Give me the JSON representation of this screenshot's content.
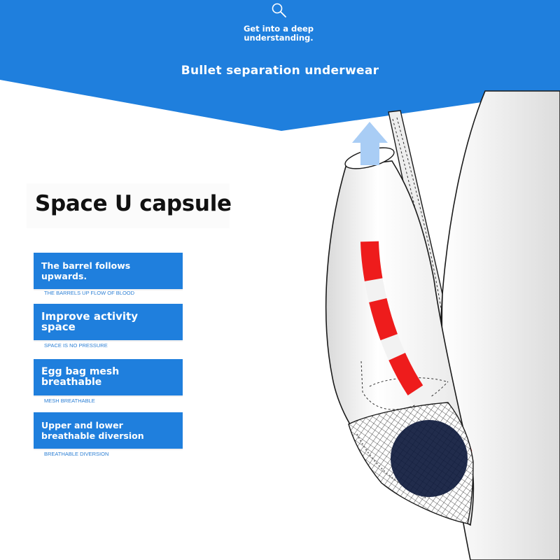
{
  "banner": {
    "intro_line1": "Get into a deep",
    "intro_line2": "understanding.",
    "title": "Bullet separation underwear",
    "color": "#1f7fdd"
  },
  "section": {
    "heading": "Space U capsule"
  },
  "features": [
    {
      "title": "The barrel follows upwards.",
      "subtitle": "THE BARRELS UP FLOW OF BLOOD"
    },
    {
      "title": "Improve activity space",
      "subtitle": "SPACE IS NO PRESSURE"
    },
    {
      "title": "Egg bag mesh breathable",
      "subtitle": "MESH BREATHABLE"
    },
    {
      "title": "Upper and lower breathable diversion",
      "subtitle": "BREATHABLE DIVERSION"
    }
  ],
  "colors": {
    "accent": "#1f7fdd",
    "arrow": "#a9cdf5",
    "stripe_red": "#ee1c1c",
    "mesh_ball": "#0e1a3c"
  },
  "icons": {
    "magnifier": "search-icon",
    "up_arrow": "arrow-up-icon"
  }
}
